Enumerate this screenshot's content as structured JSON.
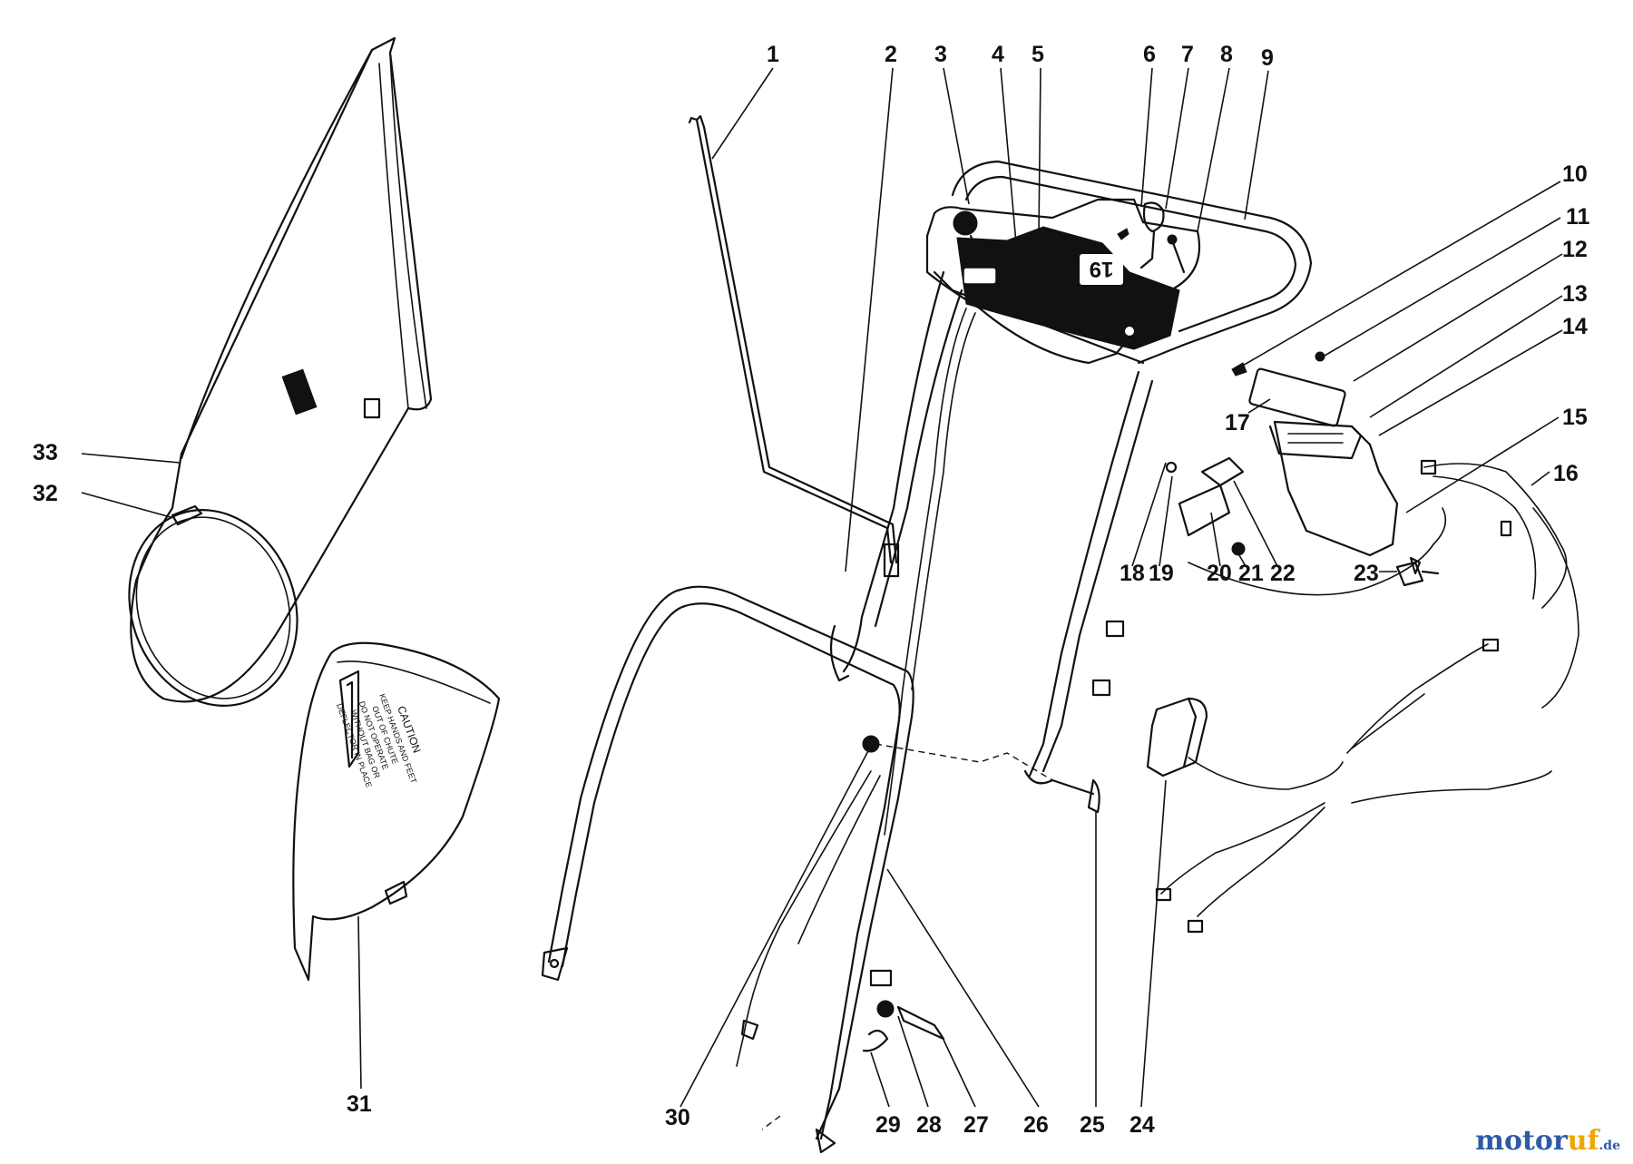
{
  "callouts": [
    {
      "n": "1"
    },
    {
      "n": "2"
    },
    {
      "n": "3"
    },
    {
      "n": "4"
    },
    {
      "n": "5"
    },
    {
      "n": "6"
    },
    {
      "n": "7"
    },
    {
      "n": "8"
    },
    {
      "n": "9"
    },
    {
      "n": "10"
    },
    {
      "n": "11"
    },
    {
      "n": "12"
    },
    {
      "n": "13"
    },
    {
      "n": "14"
    },
    {
      "n": "15"
    },
    {
      "n": "16"
    },
    {
      "n": "17"
    },
    {
      "n": "18"
    },
    {
      "n": "19"
    },
    {
      "n": "20"
    },
    {
      "n": "21"
    },
    {
      "n": "22"
    },
    {
      "n": "23"
    },
    {
      "n": "24"
    },
    {
      "n": "25"
    },
    {
      "n": "26"
    },
    {
      "n": "27"
    },
    {
      "n": "28"
    },
    {
      "n": "29"
    },
    {
      "n": "30"
    },
    {
      "n": "31"
    },
    {
      "n": "32"
    },
    {
      "n": "33"
    }
  ],
  "panel_number": "19",
  "decal_text": [
    "CAUTION",
    "KEEP HANDS AND FEET",
    "OUT OF CHUTE",
    "DO NOT OPERATE",
    "WITHOUT BAG OR",
    "DEFLECTOR IN PLACE"
  ],
  "watermark": {
    "part1": "motor",
    "part2": "uf",
    "suffix": ".de"
  },
  "colors": {
    "ink": "#111111",
    "background": "#ffffff",
    "watermark_blue": "#2e5aa6",
    "watermark_orange": "#f0a500"
  }
}
